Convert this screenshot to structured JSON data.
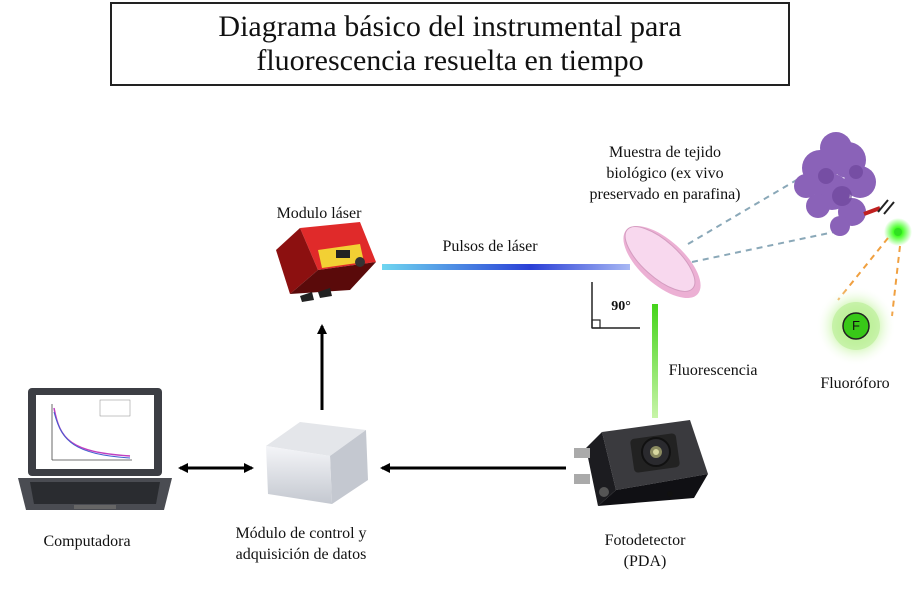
{
  "title": {
    "line1": "Diagrama básico del instrumental para",
    "line2": "fluorescencia resuelta en tiempo"
  },
  "labels": {
    "laser_module": "Modulo láser",
    "laser_pulses": "Pulsos de láser",
    "sample_line1": "Muestra de tejido",
    "sample_line2": "biológico (ex vivo",
    "sample_line3": "preservado en parafina)",
    "angle": "90°",
    "fluorescence": "Fluorescencia",
    "fluorophore": "Fluoróforo",
    "fluorophore_letter": "F",
    "computer": "Computadora",
    "control_line1": "Módulo de control y",
    "control_line2": "adquisición de datos",
    "photodetector_line1": "Fotodetector",
    "photodetector_line2": "(PDA)"
  },
  "colors": {
    "laser_body": "#c81e1e",
    "pulse_start": "#6fd6f0",
    "pulse_end": "#2a3fd6",
    "fluorescence_beam": "#66e020",
    "sample_disk": "#f4c8e4",
    "protein": "#8a62b8",
    "fluorophore_glow": "#6ed830",
    "dashed_blue": "#8aa8b8",
    "dashed_orange": "#f0a040"
  }
}
